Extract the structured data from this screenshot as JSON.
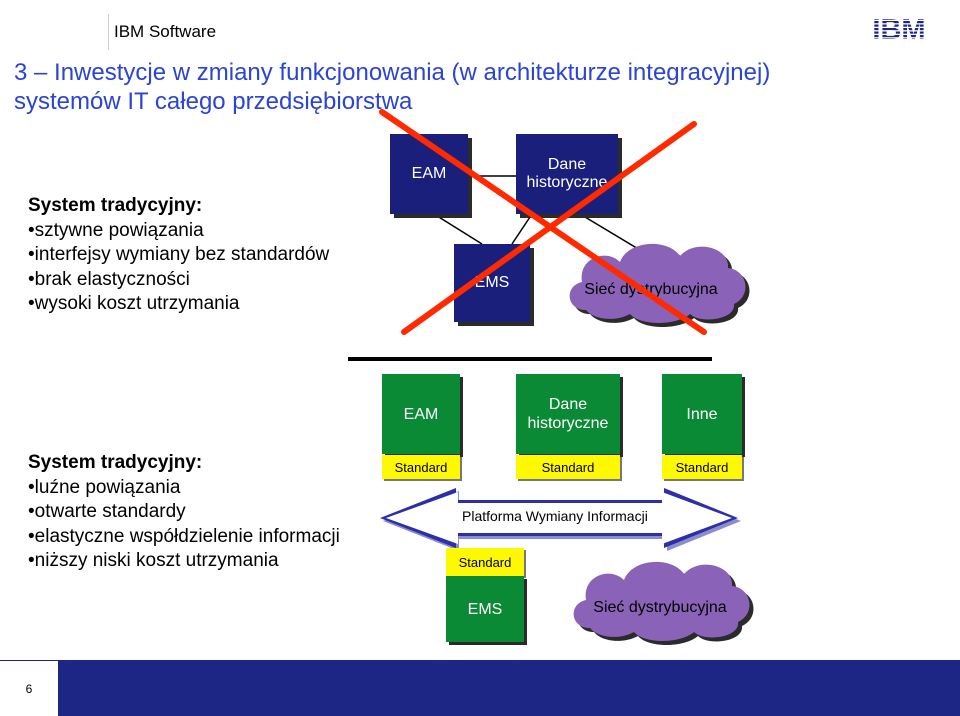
{
  "header": {
    "brand": "IBM Software",
    "logo": "IBM"
  },
  "title": {
    "line1": "3 – Inwestycje w zmiany funkcjonowania (w architekturze integracyjnej)",
    "line2": "systemów IT całego przedsiębiorstwa"
  },
  "traditional": {
    "heading": "System tradycyjny:",
    "bullets": [
      "•sztywne powiązania",
      "•interfejsy wymiany bez standardów",
      "•brak elastyczności",
      "•wysoki koszt utrzymania"
    ],
    "diagram": {
      "eam": "EAM",
      "dane": [
        "Dane",
        "historyczne"
      ],
      "ems": "EMS",
      "siec": "Sieć dystrybucyjna"
    }
  },
  "integrated": {
    "heading": "System tradycyjny:",
    "bullets": [
      "•luźne powiązania",
      "•otwarte standardy",
      "•elastyczne współdzielenie informacji",
      "•niższy niski koszt utrzymania"
    ],
    "diagram": {
      "eam": "EAM",
      "dane": [
        "Dane",
        "historyczne"
      ],
      "inne": "Inne",
      "ems": "EMS",
      "siec": "Sieć dystrybucyjna",
      "platform": "Platforma Wymiany Informacji",
      "standard": "Standard"
    }
  },
  "footer": {
    "page": "6"
  },
  "colors": {
    "title": "#2a43d8",
    "navy_box": "#1b1f7c",
    "green_box": "#0a8a35",
    "standard": "#fff900",
    "cloud": "#8a62b7",
    "arrow": "#2d2fa8",
    "cross": "#ff2a00"
  }
}
